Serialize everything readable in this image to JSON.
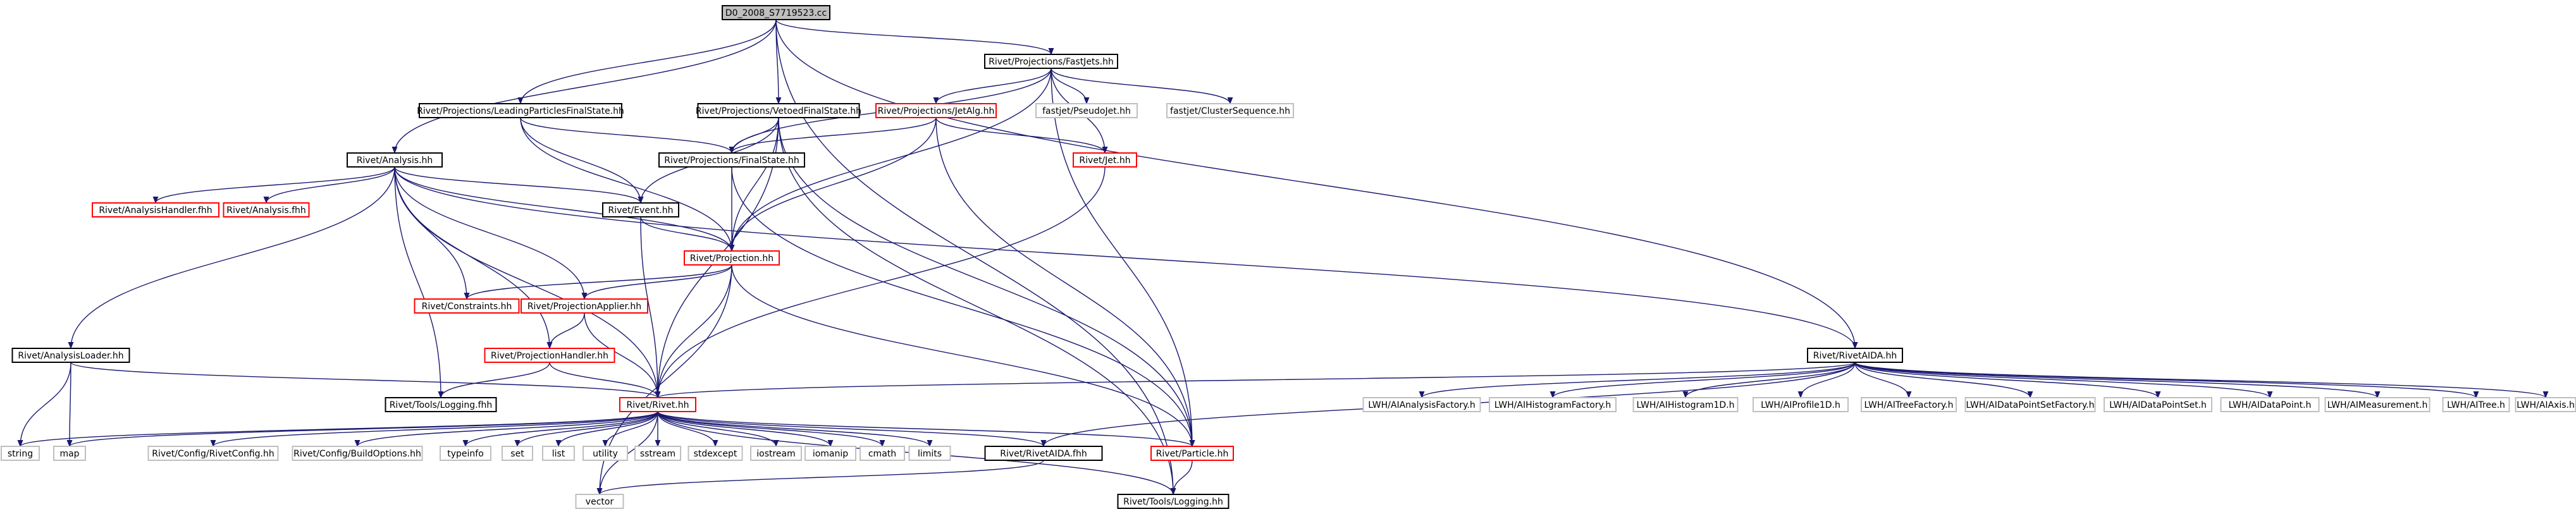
{
  "colors": {
    "edge": "#191970",
    "box_border": "#000000",
    "box_border_missing": "#ff0000",
    "box_border_external": "#bfbfbf",
    "root_fill": "#bfbfbf",
    "text": "#000000"
  },
  "nodes": [
    {
      "id": "root",
      "label": "D0_2008_S7719523.cc",
      "kind": "root"
    },
    {
      "id": "fastjets",
      "label": "Rivet/Projections/FastJets.hh",
      "kind": "normal"
    },
    {
      "id": "lpfs",
      "label": "Rivet/Projections/LeadingParticlesFinalState.hh",
      "kind": "normal"
    },
    {
      "id": "vfs",
      "label": "Rivet/Projections/VetoedFinalState.hh",
      "kind": "normal"
    },
    {
      "id": "jetalg",
      "label": "Rivet/Projections/JetAlg.hh",
      "kind": "missing"
    },
    {
      "id": "pseudojet",
      "label": "fastjet/PseudoJet.hh",
      "kind": "external"
    },
    {
      "id": "clusterseq",
      "label": "fastjet/ClusterSequence.hh",
      "kind": "external"
    },
    {
      "id": "analysis",
      "label": "Rivet/Analysis.hh",
      "kind": "normal"
    },
    {
      "id": "finalstate",
      "label": "Rivet/Projections/FinalState.hh",
      "kind": "normal"
    },
    {
      "id": "jet",
      "label": "Rivet/Jet.hh",
      "kind": "missing"
    },
    {
      "id": "ahandler",
      "label": "Rivet/AnalysisHandler.fhh",
      "kind": "missing"
    },
    {
      "id": "afhh",
      "label": "Rivet/Analysis.fhh",
      "kind": "missing"
    },
    {
      "id": "event",
      "label": "Rivet/Event.hh",
      "kind": "normal"
    },
    {
      "id": "projection",
      "label": "Rivet/Projection.hh",
      "kind": "missing"
    },
    {
      "id": "constraints",
      "label": "Rivet/Constraints.hh",
      "kind": "missing"
    },
    {
      "id": "papplier",
      "label": "Rivet/ProjectionApplier.hh",
      "kind": "missing"
    },
    {
      "id": "aloader",
      "label": "Rivet/AnalysisLoader.hh",
      "kind": "normal"
    },
    {
      "id": "phandler",
      "label": "Rivet/ProjectionHandler.hh",
      "kind": "missing"
    },
    {
      "id": "rivetaida",
      "label": "Rivet/RivetAIDA.hh",
      "kind": "normal"
    },
    {
      "id": "tloggingfhh",
      "label": "Rivet/Tools/Logging.fhh",
      "kind": "normal"
    },
    {
      "id": "rivethh",
      "label": "Rivet/Rivet.hh",
      "kind": "missing"
    },
    {
      "id": "lwh_af",
      "label": "LWH/AIAnalysisFactory.h",
      "kind": "external"
    },
    {
      "id": "lwh_hf",
      "label": "LWH/AIHistogramFactory.h",
      "kind": "external"
    },
    {
      "id": "lwh_h1",
      "label": "LWH/AIHistogram1D.h",
      "kind": "external"
    },
    {
      "id": "lwh_p1",
      "label": "LWH/AIProfile1D.h",
      "kind": "external"
    },
    {
      "id": "lwh_tf",
      "label": "LWH/AITreeFactory.h",
      "kind": "external"
    },
    {
      "id": "lwh_dpsf",
      "label": "LWH/AIDataPointSetFactory.h",
      "kind": "external"
    },
    {
      "id": "lwh_dps",
      "label": "LWH/AIDataPointSet.h",
      "kind": "external"
    },
    {
      "id": "lwh_dp",
      "label": "LWH/AIDataPoint.h",
      "kind": "external"
    },
    {
      "id": "lwh_m",
      "label": "LWH/AIMeasurement.h",
      "kind": "external"
    },
    {
      "id": "lwh_t",
      "label": "LWH/AITree.h",
      "kind": "external"
    },
    {
      "id": "lwh_ax",
      "label": "LWH/AIAxis.h",
      "kind": "external"
    },
    {
      "id": "string",
      "label": "string",
      "kind": "external"
    },
    {
      "id": "map",
      "label": "map",
      "kind": "external"
    },
    {
      "id": "rcfg",
      "label": "Rivet/Config/RivetConfig.hh",
      "kind": "external"
    },
    {
      "id": "bopt",
      "label": "Rivet/Config/BuildOptions.hh",
      "kind": "external"
    },
    {
      "id": "typeinfo",
      "label": "typeinfo",
      "kind": "external"
    },
    {
      "id": "set",
      "label": "set",
      "kind": "external"
    },
    {
      "id": "list",
      "label": "list",
      "kind": "external"
    },
    {
      "id": "utility",
      "label": "utility",
      "kind": "external"
    },
    {
      "id": "sstream",
      "label": "sstream",
      "kind": "external"
    },
    {
      "id": "stdexcept",
      "label": "stdexcept",
      "kind": "external"
    },
    {
      "id": "iostream",
      "label": "iostream",
      "kind": "external"
    },
    {
      "id": "iomanip",
      "label": "iomanip",
      "kind": "external"
    },
    {
      "id": "cmath",
      "label": "cmath",
      "kind": "external"
    },
    {
      "id": "limits",
      "label": "limits",
      "kind": "external"
    },
    {
      "id": "raidafhh",
      "label": "Rivet/RivetAIDA.fhh",
      "kind": "normal"
    },
    {
      "id": "particle",
      "label": "Rivet/Particle.hh",
      "kind": "missing"
    },
    {
      "id": "vector",
      "label": "vector",
      "kind": "external"
    },
    {
      "id": "tlogginghh",
      "label": "Rivet/Tools/Logging.hh",
      "kind": "normal"
    }
  ],
  "edges": [
    [
      "root",
      "fastjets"
    ],
    [
      "root",
      "lpfs"
    ],
    [
      "root",
      "vfs"
    ],
    [
      "root",
      "analysis"
    ],
    [
      "root",
      "rivetaida"
    ],
    [
      "root",
      "tlogginghh"
    ],
    [
      "fastjets",
      "jetalg"
    ],
    [
      "fastjets",
      "pseudojet"
    ],
    [
      "fastjets",
      "clusterseq"
    ],
    [
      "fastjets",
      "finalstate"
    ],
    [
      "fastjets",
      "jet"
    ],
    [
      "fastjets",
      "projection"
    ],
    [
      "fastjets",
      "particle"
    ],
    [
      "lpfs",
      "finalstate"
    ],
    [
      "lpfs",
      "event"
    ],
    [
      "lpfs",
      "projection"
    ],
    [
      "vfs",
      "finalstate"
    ],
    [
      "vfs",
      "event"
    ],
    [
      "vfs",
      "projection"
    ],
    [
      "vfs",
      "rivethh"
    ],
    [
      "vfs",
      "particle"
    ],
    [
      "vfs",
      "tlogginghh"
    ],
    [
      "jetalg",
      "finalstate"
    ],
    [
      "jetalg",
      "jet"
    ],
    [
      "jetalg",
      "projection"
    ],
    [
      "jetalg",
      "particle"
    ],
    [
      "analysis",
      "ahandler"
    ],
    [
      "analysis",
      "afhh"
    ],
    [
      "analysis",
      "event"
    ],
    [
      "analysis",
      "projection"
    ],
    [
      "analysis",
      "constraints"
    ],
    [
      "analysis",
      "papplier"
    ],
    [
      "analysis",
      "aloader"
    ],
    [
      "analysis",
      "phandler"
    ],
    [
      "analysis",
      "rivetaida"
    ],
    [
      "analysis",
      "tloggingfhh"
    ],
    [
      "analysis",
      "rivethh"
    ],
    [
      "finalstate",
      "projection"
    ],
    [
      "finalstate",
      "particle"
    ],
    [
      "jet",
      "rivethh"
    ],
    [
      "event",
      "projection"
    ],
    [
      "event",
      "rivethh"
    ],
    [
      "projection",
      "constraints"
    ],
    [
      "projection",
      "papplier"
    ],
    [
      "projection",
      "rivethh"
    ],
    [
      "projection",
      "particle"
    ],
    [
      "projection",
      "vector"
    ],
    [
      "papplier",
      "phandler"
    ],
    [
      "papplier",
      "rivethh"
    ],
    [
      "phandler",
      "tloggingfhh"
    ],
    [
      "phandler",
      "rivethh"
    ],
    [
      "aloader",
      "string"
    ],
    [
      "aloader",
      "map"
    ],
    [
      "aloader",
      "rivethh"
    ],
    [
      "rivetaida",
      "lwh_af"
    ],
    [
      "rivetaida",
      "lwh_hf"
    ],
    [
      "rivetaida",
      "lwh_h1"
    ],
    [
      "rivetaida",
      "lwh_p1"
    ],
    [
      "rivetaida",
      "lwh_tf"
    ],
    [
      "rivetaida",
      "lwh_dpsf"
    ],
    [
      "rivetaida",
      "lwh_dps"
    ],
    [
      "rivetaida",
      "lwh_dp"
    ],
    [
      "rivetaida",
      "lwh_m"
    ],
    [
      "rivetaida",
      "lwh_t"
    ],
    [
      "rivetaida",
      "lwh_ax"
    ],
    [
      "rivetaida",
      "rivethh"
    ],
    [
      "rivetaida",
      "raidafhh"
    ],
    [
      "rivethh",
      "string"
    ],
    [
      "rivethh",
      "map"
    ],
    [
      "rivethh",
      "rcfg"
    ],
    [
      "rivethh",
      "bopt"
    ],
    [
      "rivethh",
      "typeinfo"
    ],
    [
      "rivethh",
      "set"
    ],
    [
      "rivethh",
      "list"
    ],
    [
      "rivethh",
      "utility"
    ],
    [
      "rivethh",
      "sstream"
    ],
    [
      "rivethh",
      "stdexcept"
    ],
    [
      "rivethh",
      "iostream"
    ],
    [
      "rivethh",
      "iomanip"
    ],
    [
      "rivethh",
      "cmath"
    ],
    [
      "rivethh",
      "limits"
    ],
    [
      "rivethh",
      "raidafhh"
    ],
    [
      "rivethh",
      "particle"
    ],
    [
      "rivethh",
      "vector"
    ],
    [
      "rivethh",
      "tlogginghh"
    ],
    [
      "raidafhh",
      "vector"
    ],
    [
      "particle",
      "tlogginghh"
    ]
  ]
}
